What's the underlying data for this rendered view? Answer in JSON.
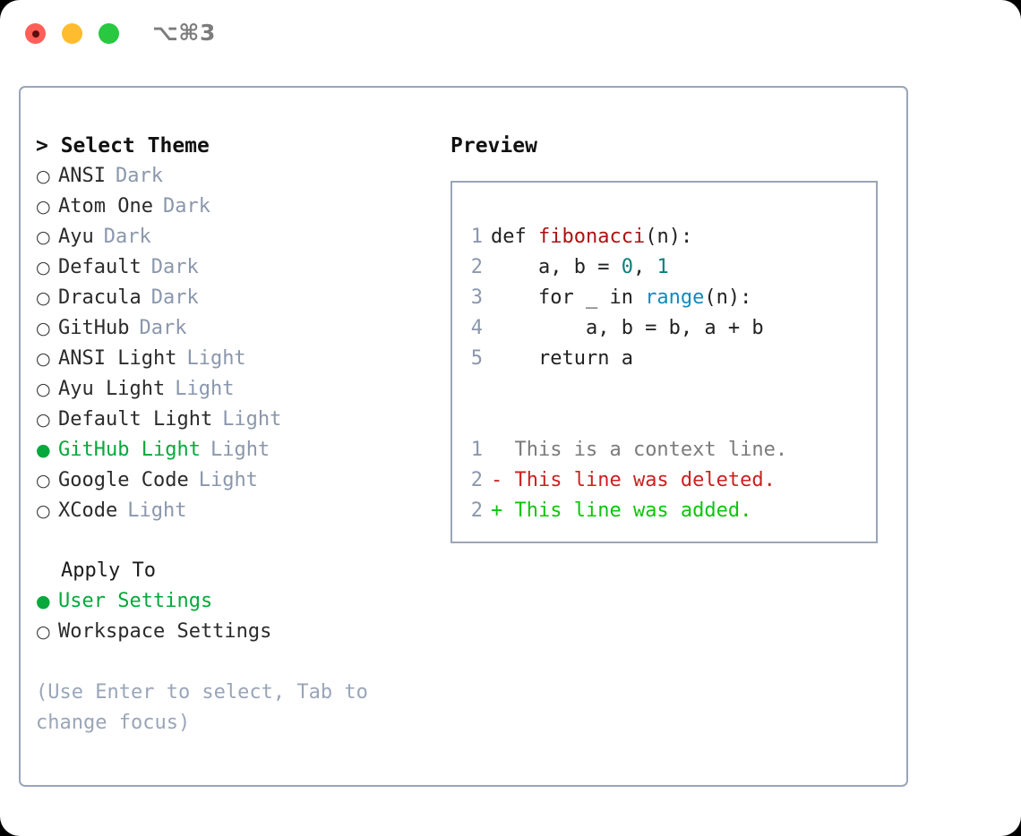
{
  "titlebar": {
    "shortcut": "⌥⌘3",
    "buttons": [
      {
        "name": "close",
        "color": "#ff5f57"
      },
      {
        "name": "minimize",
        "color": "#febc2e"
      },
      {
        "name": "maximize",
        "color": "#28c840"
      }
    ]
  },
  "colors": {
    "accent_green": "#07a83c",
    "panel_border": "#9aa5b8",
    "muted_tag": "#8a97ac",
    "hint": "#9aa5b8",
    "code_function": "#ab1212",
    "code_number": "#0b7f79",
    "code_call": "#1289bf",
    "diff_context": "#7b7b7b",
    "diff_deleted": "#cc2020",
    "diff_added": "#0ec40e"
  },
  "theme_picker": {
    "prompt": ">",
    "header": "Select Theme",
    "header_full": "> Select Theme",
    "bullet_unselected": "○",
    "bullet_selected": "●",
    "items": [
      {
        "label": "ANSI",
        "tag": "Dark",
        "selected": false
      },
      {
        "label": "Atom One",
        "tag": "Dark",
        "selected": false
      },
      {
        "label": "Ayu",
        "tag": "Dark",
        "selected": false
      },
      {
        "label": "Default",
        "tag": "Dark",
        "selected": false
      },
      {
        "label": "Dracula",
        "tag": "Dark",
        "selected": false
      },
      {
        "label": "GitHub",
        "tag": "Dark",
        "selected": false
      },
      {
        "label": "ANSI Light",
        "tag": "Light",
        "selected": false
      },
      {
        "label": "Ayu Light",
        "tag": "Light",
        "selected": false
      },
      {
        "label": "Default Light",
        "tag": "Light",
        "selected": false
      },
      {
        "label": "GitHub Light",
        "tag": "Light",
        "selected": true
      },
      {
        "label": "Google Code",
        "tag": "Light",
        "selected": false
      },
      {
        "label": "XCode",
        "tag": "Light",
        "selected": false
      }
    ]
  },
  "apply_to": {
    "header": "Apply To",
    "options": [
      {
        "label": "User Settings",
        "selected": true
      },
      {
        "label": "Workspace Settings",
        "selected": false
      }
    ]
  },
  "hint": "(Use Enter to select, Tab to change focus)",
  "preview": {
    "header": "Preview",
    "code_lines": [
      {
        "number": "1",
        "tokens": [
          {
            "text": "def ",
            "type": "plain"
          },
          {
            "text": "fibonacci",
            "type": "function"
          },
          {
            "text": "(n):",
            "type": "plain"
          }
        ]
      },
      {
        "number": "2",
        "tokens": [
          {
            "text": "    a, b = ",
            "type": "plain"
          },
          {
            "text": "0",
            "type": "number"
          },
          {
            "text": ", ",
            "type": "plain"
          },
          {
            "text": "1",
            "type": "number"
          }
        ]
      },
      {
        "number": "3",
        "tokens": [
          {
            "text": "    for _ in ",
            "type": "plain"
          },
          {
            "text": "range",
            "type": "call"
          },
          {
            "text": "(n):",
            "type": "plain"
          }
        ]
      },
      {
        "number": "4",
        "tokens": [
          {
            "text": "        a, b = b, a + b",
            "type": "plain"
          }
        ]
      },
      {
        "number": "5",
        "tokens": [
          {
            "text": "    return a",
            "type": "plain"
          }
        ]
      }
    ],
    "diff_lines": [
      {
        "number": "1",
        "marker": " ",
        "text": " This is a context line.",
        "type": "context"
      },
      {
        "number": "2",
        "marker": "-",
        "text": " This line was deleted.",
        "type": "deleted"
      },
      {
        "number": "2",
        "marker": "+",
        "text": " This line was added.",
        "type": "added"
      }
    ]
  }
}
